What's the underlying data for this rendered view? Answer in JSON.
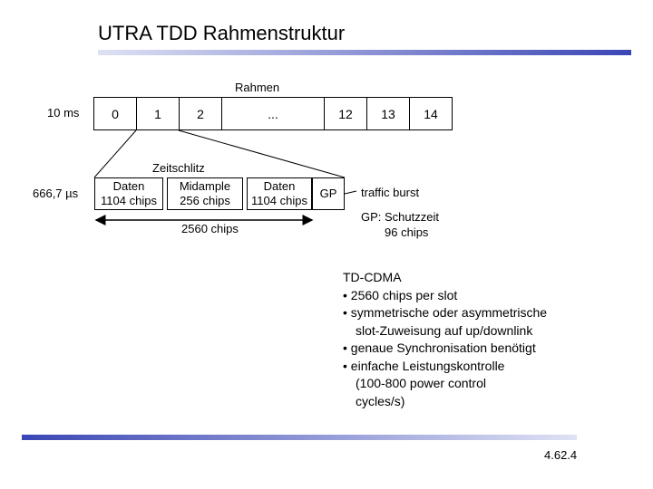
{
  "title": "UTRA TDD Rahmenstruktur",
  "colors": {
    "bar": "#3a46b5",
    "bar_light": "#dfe2f4"
  },
  "frame": {
    "label": "Rahmen",
    "duration": "10 ms",
    "slots": [
      "0",
      "1",
      "2",
      "...",
      "12",
      "13",
      "14"
    ]
  },
  "slot": {
    "label": "Zeitschlitz",
    "duration": "666,7 µs",
    "fields": [
      {
        "line1": "Daten",
        "line2": "1104 chips"
      },
      {
        "line1": "Midample",
        "line2": "256 chips"
      },
      {
        "line1": "Daten",
        "line2": "1104 chips"
      },
      {
        "line1": "GP",
        "line2": ""
      }
    ],
    "total_chips": "2560 chips",
    "traffic_burst": "traffic burst",
    "gp_label": "GP: Schutzzeit",
    "gp_chips": "96 chips"
  },
  "notes": {
    "heading": "TD-CDMA",
    "lines": [
      "• 2560 chips per slot",
      "• symmetrische oder asymmetrische",
      "slot-Zuweisung auf up/downlink",
      "• genaue Synchronisation benötigt",
      "• einfache Leistungskontrolle",
      "(100-800 power control",
      "cycles/s)"
    ]
  },
  "page_number": "4.62.4"
}
